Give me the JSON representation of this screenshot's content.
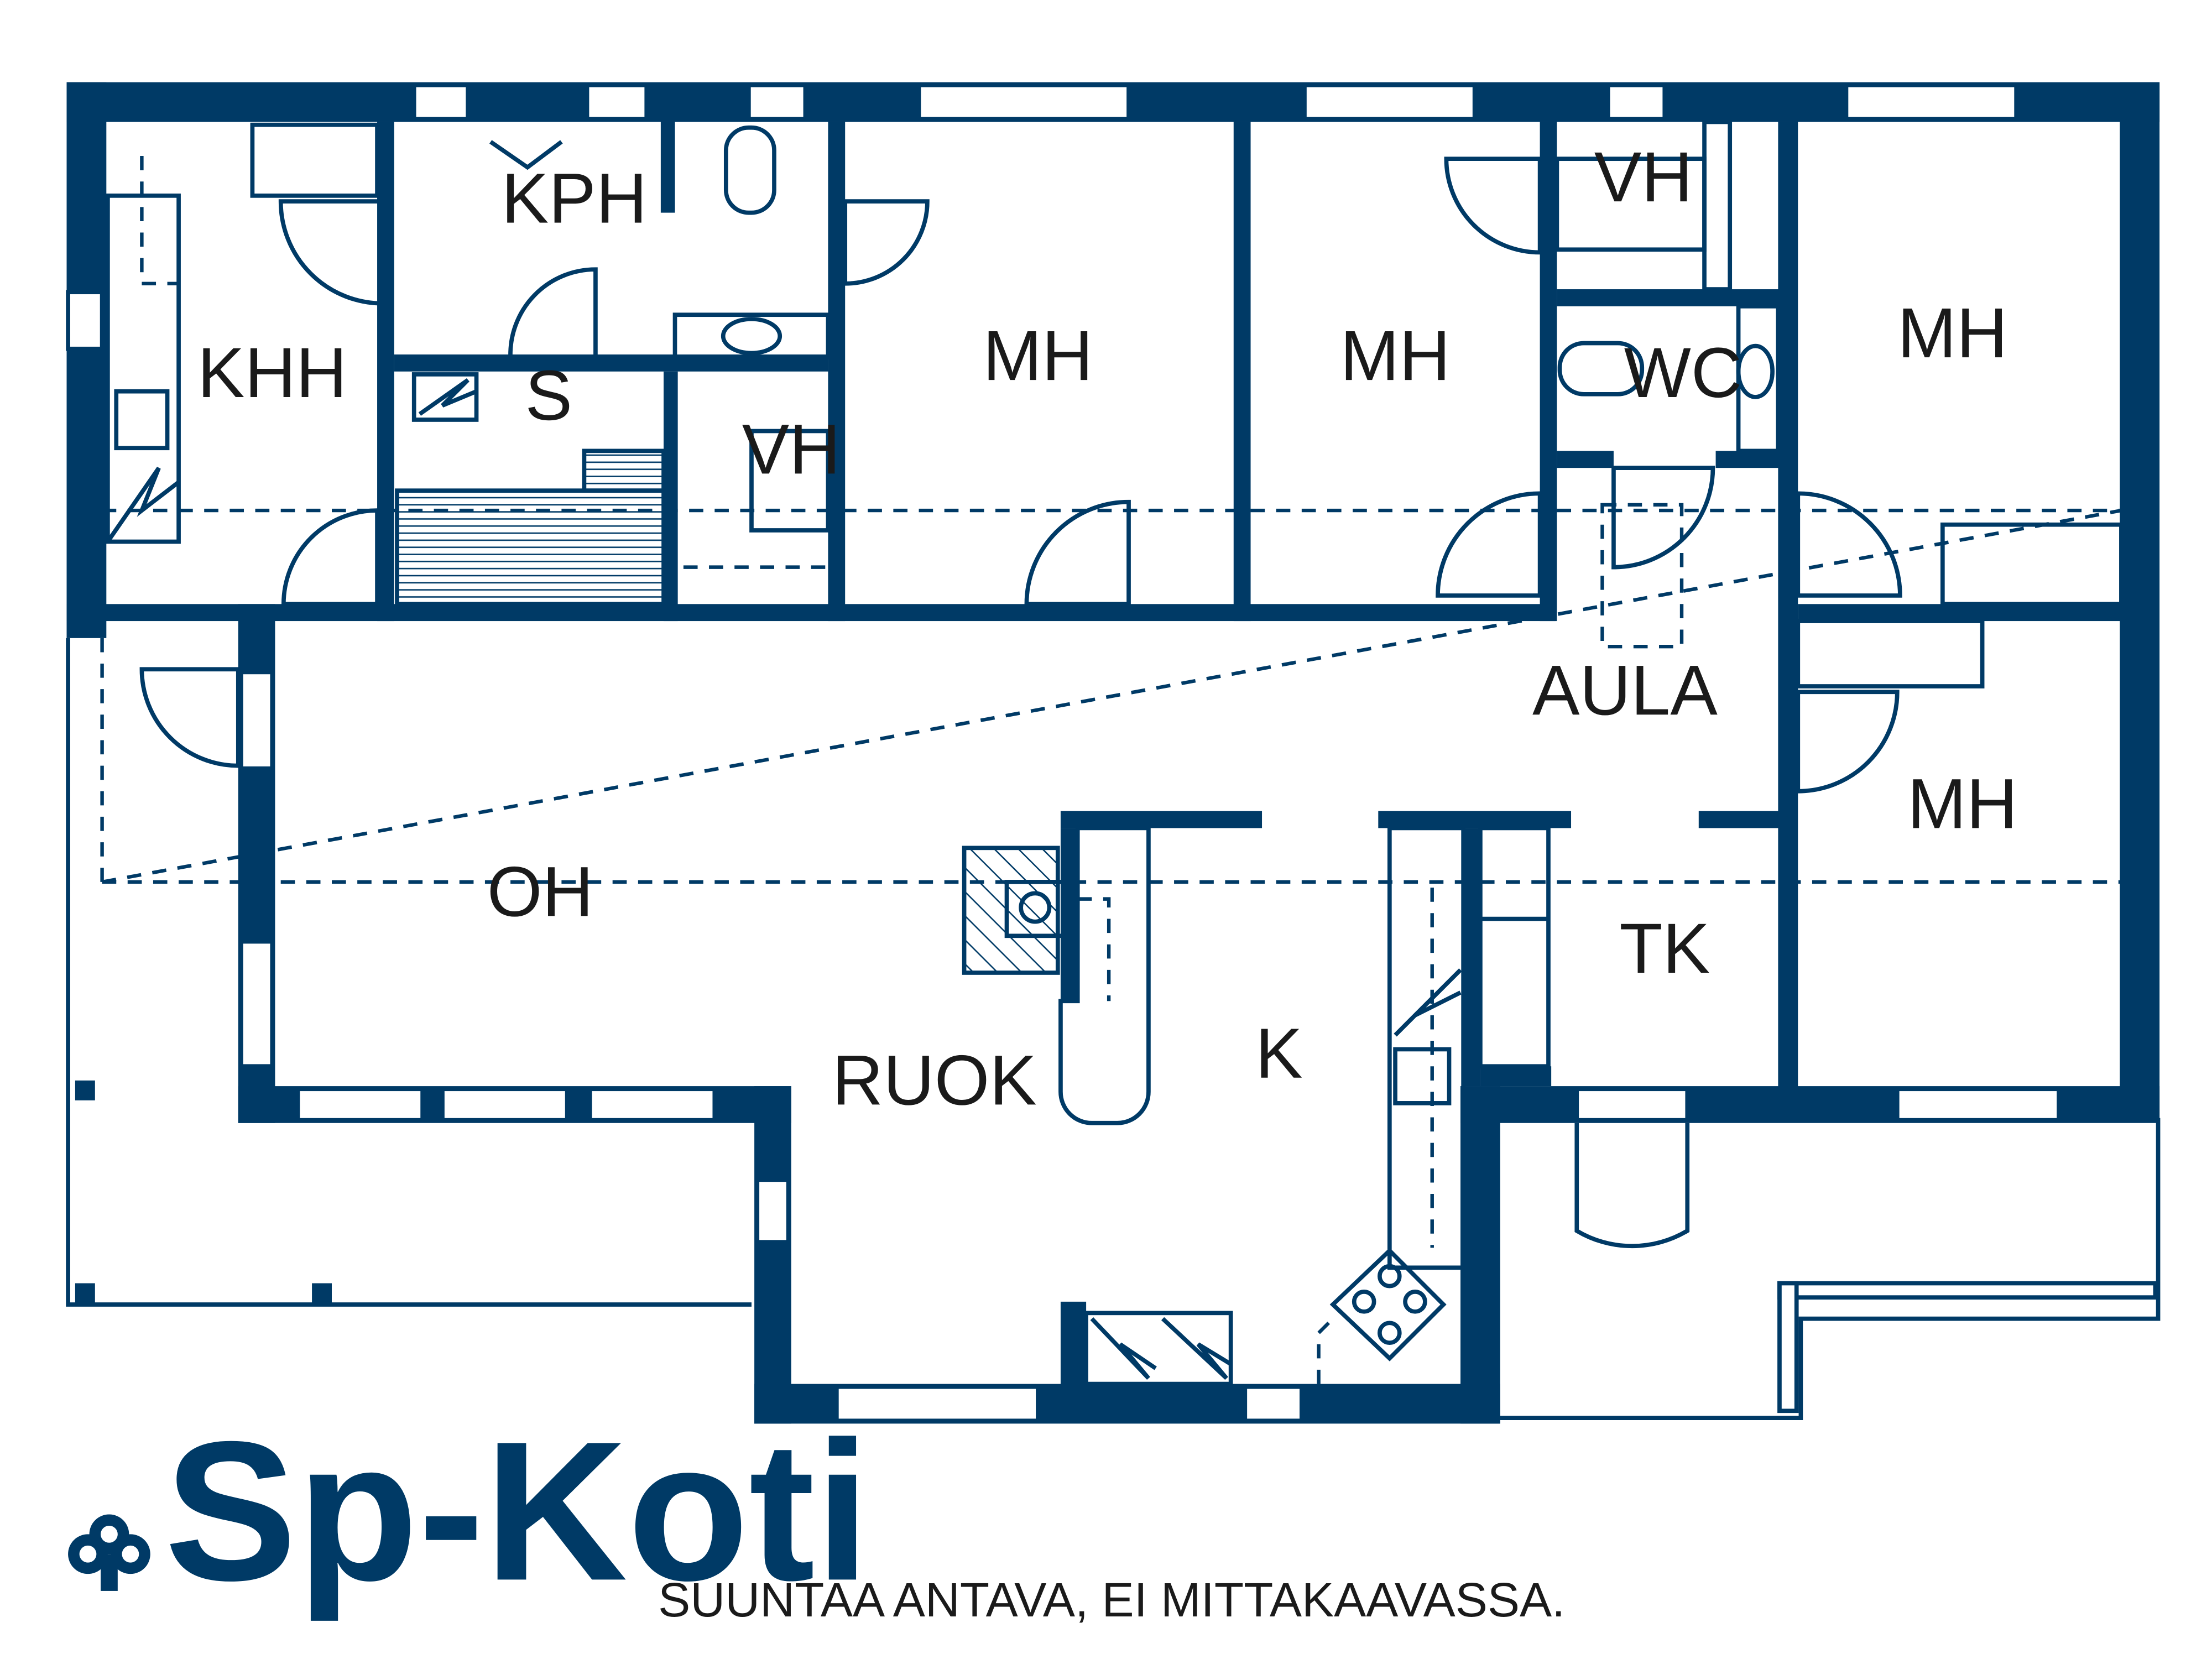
{
  "plan": {
    "rooms": {
      "kph": "KPH",
      "khh": "KHH",
      "s": "S",
      "vh_sauna": "VH",
      "mh_1": "MH",
      "mh_2": "MH",
      "vh_top": "VH",
      "wc": "WC",
      "mh_3": "MH",
      "aula": "AULA",
      "mh_4": "MH",
      "oh": "OH",
      "tk": "TK",
      "k": "K",
      "ruok": "RUOK"
    }
  },
  "brand": {
    "name": "Sp-Koti",
    "color": "#003a66"
  },
  "caption": "SUUNTAA ANTAVA, EI MITTAKAAVASSA."
}
